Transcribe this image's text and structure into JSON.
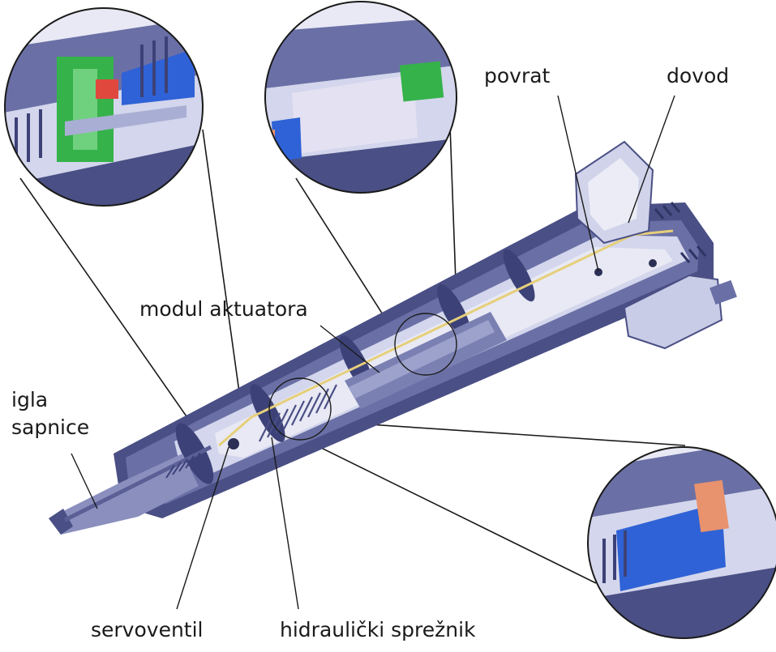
{
  "labels": {
    "igla": "igla",
    "sapnice": "sapnice",
    "modul_aktuatora": "modul aktuatora",
    "povrat": "povrat",
    "dovod": "dovod",
    "servoventil": "servoventil",
    "hidraulicki_spreznik": "hidraulički sprežnik"
  },
  "colors": {
    "body_dark": "#4a4f85",
    "body_mid": "#6a70a6",
    "body_light": "#a9aed4",
    "body_pale": "#d3d6ec",
    "cut_face": "#e8e9f4",
    "fuel_line": "#e6cf7a",
    "valve_green": "#35b24a",
    "actuator_blue": "#2f62d6",
    "seal_red": "#e0483e",
    "seal_orange": "#e8926e",
    "leader_line": "#1a1a1a"
  }
}
